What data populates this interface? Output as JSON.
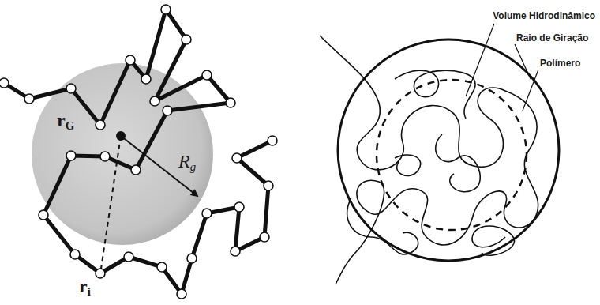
{
  "diagram": {
    "labels": [
      "rG",
      "Rg",
      "ri",
      "Volume Hidrodinâmico",
      "Raio de Giração",
      "Polímero"
    ]
  }
}
